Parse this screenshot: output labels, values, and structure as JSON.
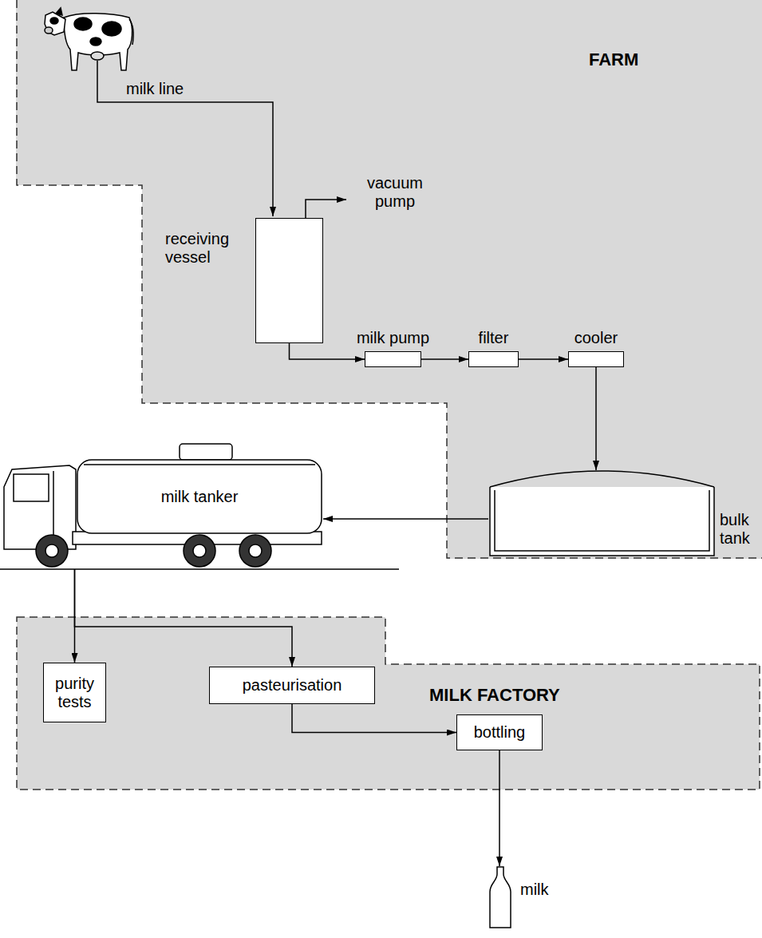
{
  "diagram": {
    "nodes": [
      {
        "text": [
          "FARM"
        ]
      },
      {
        "text": [
          "receiving vessel"
        ],
        "in": 0
      },
      {
        "text": [
          "milk pump"
        ],
        "in": 0
      },
      {
        "text": [
          "filter"
        ],
        "in": 0
      },
      {
        "text": [
          "cooler"
        ],
        "in": 0
      },
      {
        "text": [
          "bulk tank"
        ],
        "in": 0
      },
      {
        "text": [
          "milk tanker"
        ]
      },
      {
        "text": [
          "MILK FACTORY"
        ]
      },
      {
        "text": [
          "purity tests"
        ],
        "in": 7
      },
      {
        "text": [
          "pasteurisation"
        ],
        "in": 7
      },
      {
        "text": [
          "bottling"
        ],
        "in": 7
      },
      {
        "text": [
          "milk"
        ]
      }
    ],
    "edges": [
      {
        "from": 1,
        "to": 2,
        "arrow": "to"
      },
      {
        "from": 2,
        "to": 3,
        "arrow": "to"
      },
      {
        "from": 3,
        "to": 4,
        "arrow": "to"
      },
      {
        "from": 4,
        "to": 5,
        "arrow": "to"
      },
      {
        "from": 5,
        "to": 6,
        "arrow": "to"
      },
      {
        "from": 6,
        "to": 8,
        "arrow": "to"
      },
      {
        "from": 6,
        "to": 9,
        "arrow": "to"
      },
      {
        "from": 9,
        "to": 10,
        "arrow": "to"
      },
      {
        "from": 10,
        "to": 11,
        "arrow": "to"
      }
    ],
    "labels": [
      "milk line",
      "vacuum pump"
    ]
  }
}
